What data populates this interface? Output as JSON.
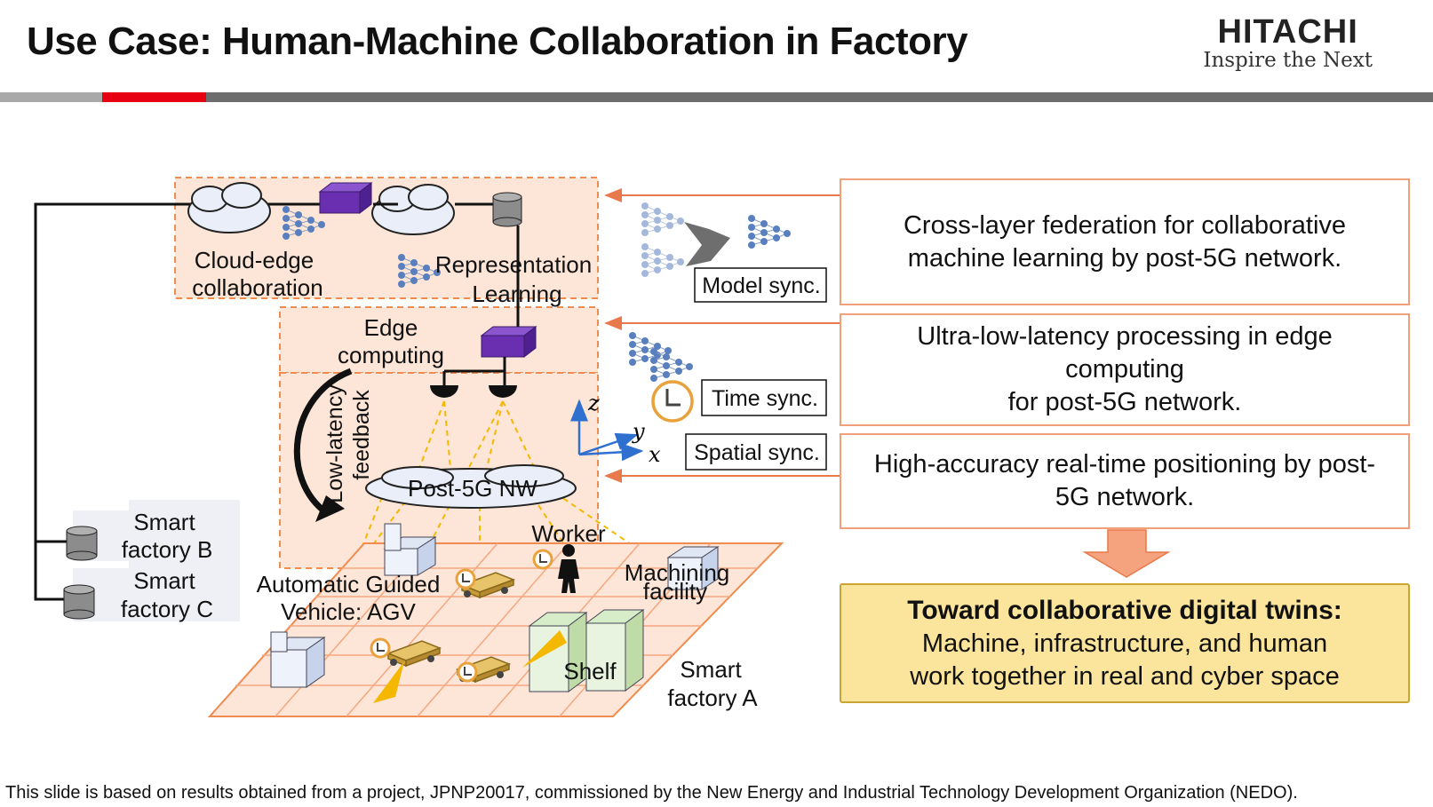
{
  "title": "Use Case: Human-Machine Collaboration in Factory",
  "logo": {
    "wordmark": "HITACHI",
    "tagline": "Inspire the Next"
  },
  "diagram": {
    "cloud_edge": [
      "Cloud-edge",
      "collaboration"
    ],
    "representation": [
      "Representation",
      "Learning"
    ],
    "edge_computing": [
      "Edge",
      "computing"
    ],
    "low_latency": [
      "Low-latency",
      "feedback"
    ],
    "network": "Post-5G NW",
    "worker": "Worker",
    "agv": [
      "Automatic Guided",
      "Vehicle: AGV"
    ],
    "machining": [
      "Machining",
      "facility"
    ],
    "shelf": "Shelf",
    "factory_a": [
      "Smart",
      "factory A"
    ],
    "factory_b": [
      "Smart",
      "factory B"
    ],
    "factory_c": [
      "Smart",
      "factory C"
    ],
    "model_sync": "Model sync.",
    "time_sync": "Time sync.",
    "spatial_sync": "Spatial sync.",
    "axes": {
      "z": "z",
      "y": "y",
      "x": "x"
    }
  },
  "features": [
    {
      "text": "Cross-layer federation for collaborative\nmachine learning by post-5G network."
    },
    {
      "text": "Ultra-low-latency processing in edge\ncomputing\nfor post-5G network."
    },
    {
      "text": "High-accuracy real-time positioning by post-\n5G network."
    }
  ],
  "conclusion": {
    "heading": "Toward collaborative digital twins:",
    "body": "Machine, infrastructure, and human\nwork together in real and cyber space"
  },
  "footnote": "This slide is based on results obtained from a project, JPNP20017, commissioned by the New Energy and Industrial Technology Development Organization (NEDO).",
  "colors": {
    "accent_red": "#e60012",
    "region_fill": "#fde5d7",
    "region_border": "#f08c50",
    "conclusion_fill": "#fbe49b",
    "edge_server": "#6a2fb0"
  }
}
